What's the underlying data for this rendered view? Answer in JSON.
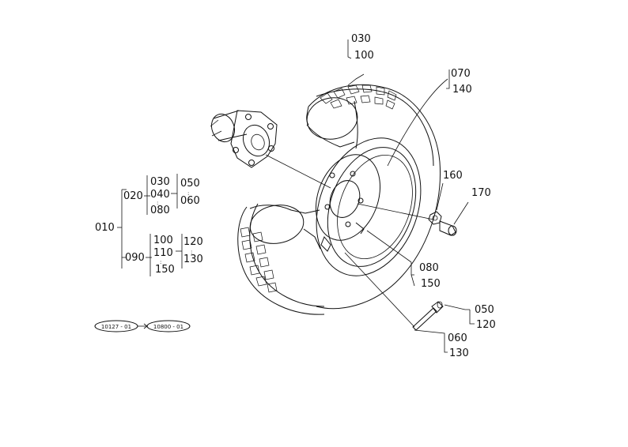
{
  "diagram": {
    "callouts": {
      "tire_top": [
        "030",
        "100"
      ],
      "tube": [
        "070",
        "140"
      ],
      "nut": "160",
      "bolt": "170",
      "disc_inner": [
        "080",
        "150"
      ],
      "valve_cap": [
        "050",
        "120"
      ],
      "valve": [
        "060",
        "130"
      ]
    },
    "tree": {
      "root": "010",
      "branch_a": "020",
      "branch_a_items": [
        "030",
        "040",
        "080"
      ],
      "branch_a_sub": [
        "050",
        "060"
      ],
      "branch_b": "090",
      "branch_b_items": [
        "100",
        "110",
        "150"
      ],
      "branch_b_sub": [
        "120",
        "130"
      ]
    },
    "serial_range": {
      "from": "10127 - 01",
      "to": "10800 - 01"
    }
  }
}
